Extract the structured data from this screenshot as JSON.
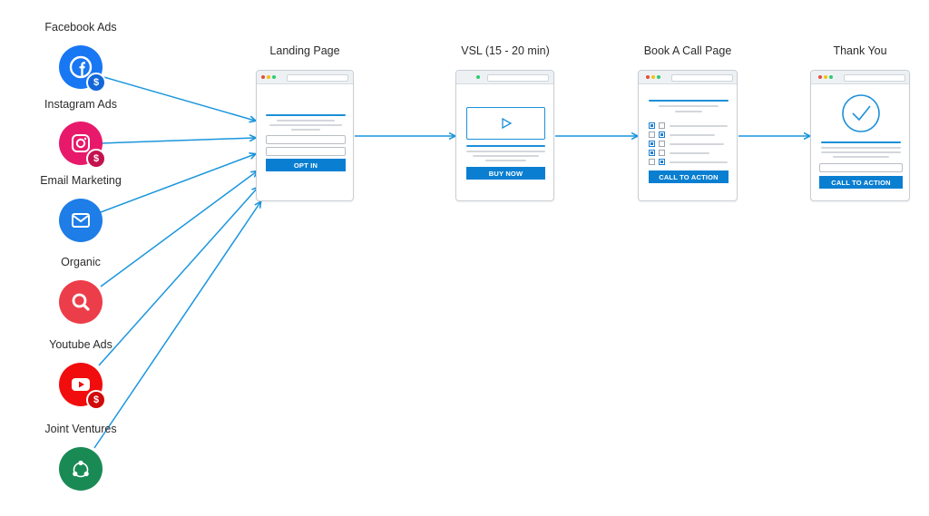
{
  "sources": [
    {
      "label": "Facebook Ads",
      "icon": "facebook-icon",
      "badge": "dollar-icon",
      "color": "#1877f2",
      "badge_color": "#1367d8"
    },
    {
      "label": "Instagram Ads",
      "icon": "instagram-icon",
      "badge": "dollar-icon",
      "color": "#e8196b",
      "badge_color": "#c4124f"
    },
    {
      "label": "Email Marketing",
      "icon": "envelope-icon",
      "badge": "",
      "color": "#1e7de6",
      "badge_color": ""
    },
    {
      "label": "Organic",
      "icon": "search-icon",
      "badge": "",
      "color": "#ec3e4a",
      "badge_color": ""
    },
    {
      "label": "Youtube Ads",
      "icon": "youtube-icon",
      "badge": "dollar-icon",
      "color": "#f10d0d",
      "badge_color": "#d10a0a"
    },
    {
      "label": "Joint Ventures",
      "icon": "share-network-icon",
      "badge": "",
      "color": "#1a8a55",
      "badge_color": ""
    }
  ],
  "pages": [
    {
      "title": "Landing Page",
      "cta": "OPT IN"
    },
    {
      "title": "VSL (15 - 20 min)",
      "cta": "BUY NOW"
    },
    {
      "title": "Book A Call Page",
      "cta": "CALL TO ACTION"
    },
    {
      "title": "Thank You",
      "cta": "CALL TO ACTION"
    }
  ],
  "colors": {
    "arrow": "#1a96dd",
    "cta": "#0a7fd1",
    "accent_line": "#1c90d8"
  }
}
